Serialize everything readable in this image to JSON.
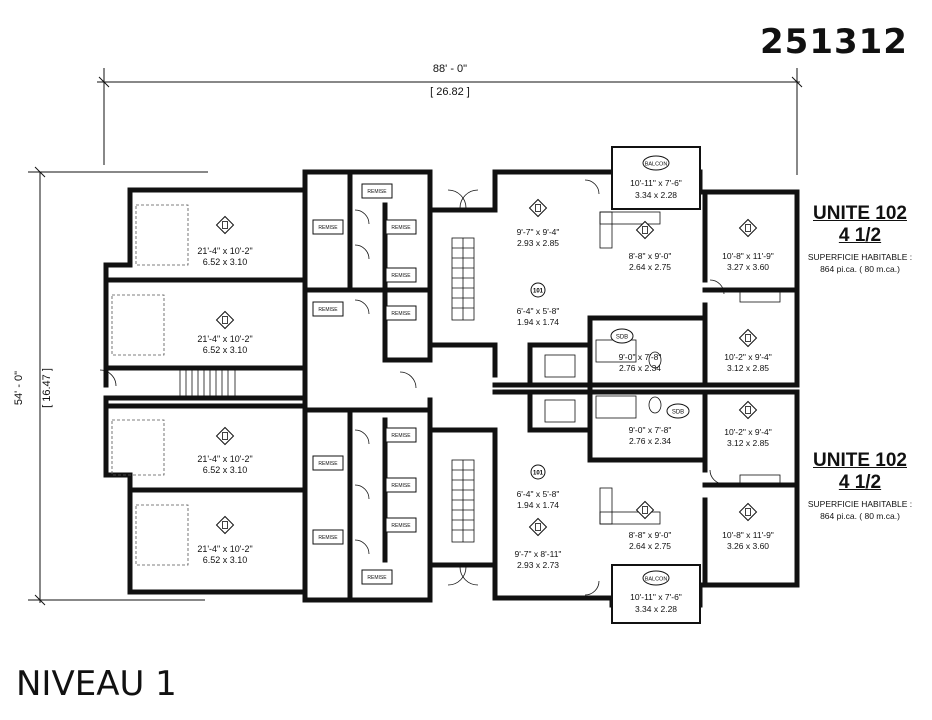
{
  "project_number": "251312",
  "level_title": "NIVEAU 1",
  "dimensions": {
    "width_imperial": "88' - 0\"",
    "width_metric": "[ 26.82 ]",
    "depth_imperial": "54' - 0\"",
    "depth_metric": "[ 16.47 ]"
  },
  "units": [
    {
      "name": "UNITE 102",
      "type": "4 1/2",
      "area_label": "SUPERFICIE HABITABLE :",
      "area_value": "864 pi.ca. ( 80 m.ca.)"
    },
    {
      "name": "UNITE 102",
      "type": "4 1/2",
      "area_label": "SUPERFICIE HABITABLE :",
      "area_value": "864 pi.ca. ( 80 m.ca.)"
    }
  ],
  "garages": [
    {
      "imperial": "21'-4\" x 10'-2\"",
      "metric": "6.52 x 3.10"
    },
    {
      "imperial": "21'-4\" x 10'-2\"",
      "metric": "6.52 x 3.10"
    },
    {
      "imperial": "21'-4\" x 10'-2\"",
      "metric": "6.52 x 3.10"
    },
    {
      "imperial": "21'-4\" x 10'-2\"",
      "metric": "6.52 x 3.10"
    }
  ],
  "storage_label": "REMISE",
  "rooms": {
    "living_top": {
      "imperial": "9'-7\" x 9'-4\"",
      "metric": "2.93 x 2.85"
    },
    "kitchen_top": {
      "imperial": "8'-8\" x 9'-0\"",
      "metric": "2.64 x 2.75"
    },
    "dining_top": {
      "imperial": "6'-4\" x 5'-8\"",
      "metric": "1.94 x 1.74"
    },
    "bath_top": {
      "label": "SDB",
      "imperial": "9'-0\" x 7'-8\"",
      "metric": "2.76 x 2.34"
    },
    "bed_big_top": {
      "imperial": "10'-8\" x 11'-9\"",
      "metric": "3.27 x 3.60"
    },
    "bed_small_top": {
      "imperial": "10'-2\" x 9'-4\"",
      "metric": "3.12 x 2.85"
    },
    "balcony_top": {
      "label": "BALCON",
      "imperial": "10'-11\" x 7'-6\"",
      "metric": "3.34 x 2.28"
    },
    "bath_bot": {
      "label": "SDB",
      "imperial": "9'-0\" x 7'-8\"",
      "metric": "2.76 x 2.34"
    },
    "bed_small_bot": {
      "imperial": "10'-2\" x 9'-4\"",
      "metric": "3.12 x 2.85"
    },
    "dining_bot": {
      "imperial": "6'-4\" x 5'-8\"",
      "metric": "1.94 x 1.74"
    },
    "kitchen_bot": {
      "imperial": "8'-8\" x 9'-0\"",
      "metric": "2.64 x 2.75"
    },
    "living_bot": {
      "imperial": "9'-7\" x 8'-11\"",
      "metric": "2.93 x 2.73"
    },
    "bed_big_bot": {
      "imperial": "10'-8\" x 11'-9\"",
      "metric": "3.26 x 3.60"
    },
    "balcony_bot": {
      "label": "BALCON",
      "imperial": "10'-11\" x 7'-6\"",
      "metric": "3.34 x 2.28"
    }
  }
}
